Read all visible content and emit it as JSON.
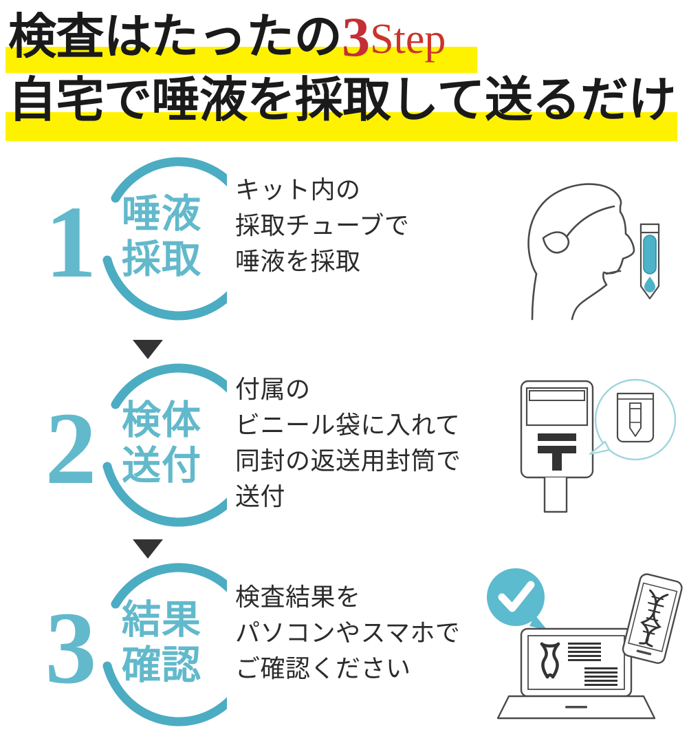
{
  "heading": {
    "line1_pre": "検査はたったの",
    "line1_num": "3",
    "line1_word": "Step",
    "line2": "自宅で唾液を採取して送るだけ",
    "highlight_color": "#FFF200",
    "number_color": "#C42E36",
    "word_color": "#C9352C",
    "text_color": "#1a1a1a"
  },
  "theme": {
    "accent": "#62B9CB",
    "ring": "#4BACC2",
    "line": "#4a4a4a",
    "arrow": "#3a3a3a",
    "tube_liquid": "#4EB3C8"
  },
  "steps": [
    {
      "number": "1",
      "label_line1": "唾液",
      "label_line2": "採取",
      "description": [
        "キット内の",
        "採取チューブで",
        "唾液を採取"
      ],
      "illustration": "head-profile-with-saliva-tube"
    },
    {
      "number": "2",
      "label_line1": "検体",
      "label_line2": "送付",
      "description": [
        "付属の",
        "ビニール袋に入れて",
        "同封の返送用封筒で",
        "送付"
      ],
      "illustration": "japanese-postbox-with-bagged-tube"
    },
    {
      "number": "3",
      "label_line1": "結果",
      "label_line2": "確認",
      "description": [
        "検査結果を",
        "パソコンやスマホで",
        "ご確認ください"
      ],
      "illustration": "laptop-smartphone-dna-results"
    }
  ],
  "arrows": {
    "glyph": "down-triangle",
    "count": 2
  },
  "postbox": {
    "mark": "〒"
  }
}
